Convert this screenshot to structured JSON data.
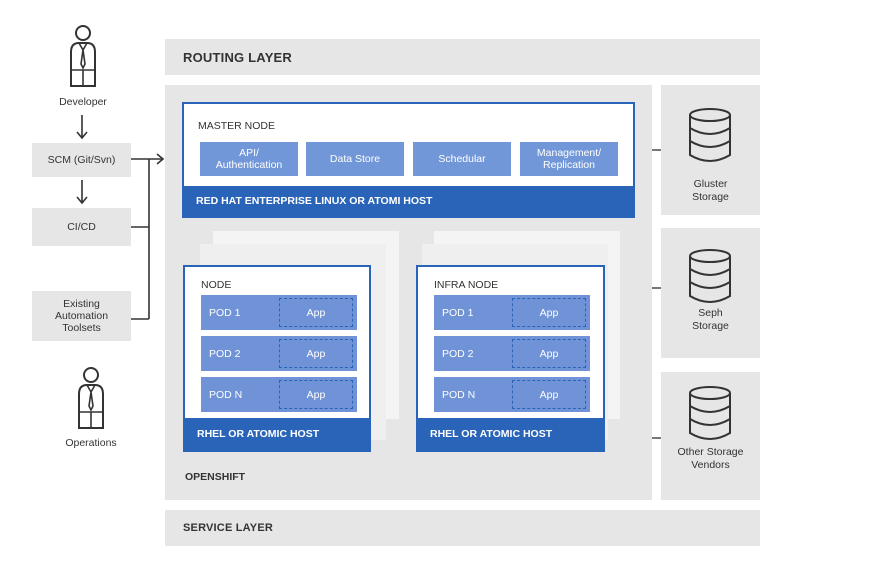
{
  "actors": {
    "developer": "Developer",
    "operations": "Operations"
  },
  "tools": {
    "scm": "SCM (Git/Svn)",
    "cicd": "CI/CD",
    "automation": "Existing Automation Toolsets"
  },
  "routing_layer": "ROUTING LAYER",
  "service_layer": "SERVICE LAYER",
  "openshift_label": "OPENSHIFT",
  "master": {
    "title": "MASTER NODE",
    "services": [
      "API/ Authentication",
      "Data Store",
      "Schedular",
      "Management/ Replication"
    ],
    "footer": "RED HAT ENTERPRISE LINUX OR ATOMI HOST"
  },
  "node": {
    "title": "NODE",
    "pods": [
      "POD 1",
      "POD 2",
      "POD N"
    ],
    "app": "App",
    "footer": "RHEL OR ATOMIC HOST"
  },
  "infra_node": {
    "title": "INFRA NODE",
    "pods": [
      "POD 1",
      "POD 2",
      "POD N"
    ],
    "app": "App",
    "footer": "RHEL OR ATOMIC HOST"
  },
  "storage": [
    {
      "line1": "Gluster",
      "line2": "Storage"
    },
    {
      "line1": "Seph",
      "line2": "Storage"
    },
    {
      "line1": "Other Storage",
      "line2": "Vendors"
    }
  ],
  "colors": {
    "primary_blue": "#2a64b9",
    "light_blue": "#7297d8",
    "panel_grey": "#e6e6e6"
  }
}
